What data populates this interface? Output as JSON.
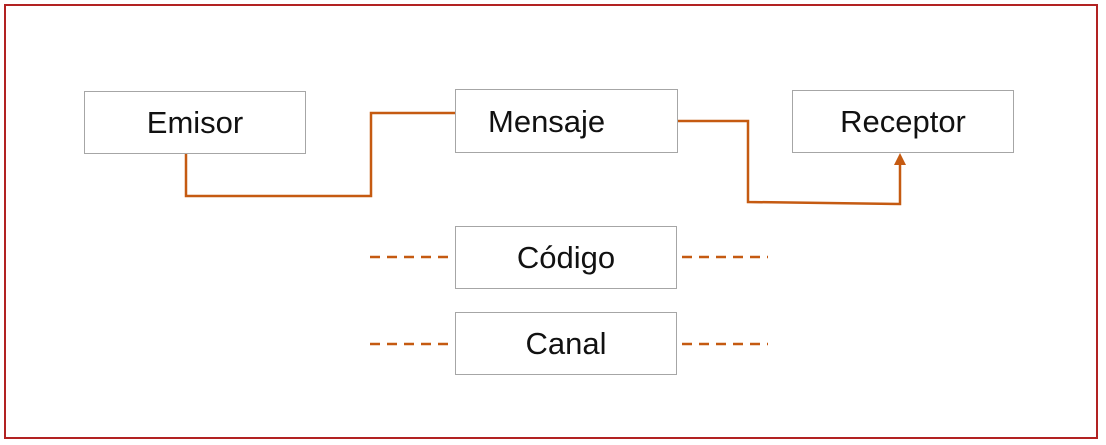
{
  "nodes": {
    "emisor": "Emisor",
    "mensaje": "Mensaje",
    "receptor": "Receptor",
    "codigo": "Código",
    "canal": "Canal"
  },
  "colors": {
    "frame_border": "#b22222",
    "connector": "#c55a11",
    "box_border": "#a6a6a6"
  }
}
